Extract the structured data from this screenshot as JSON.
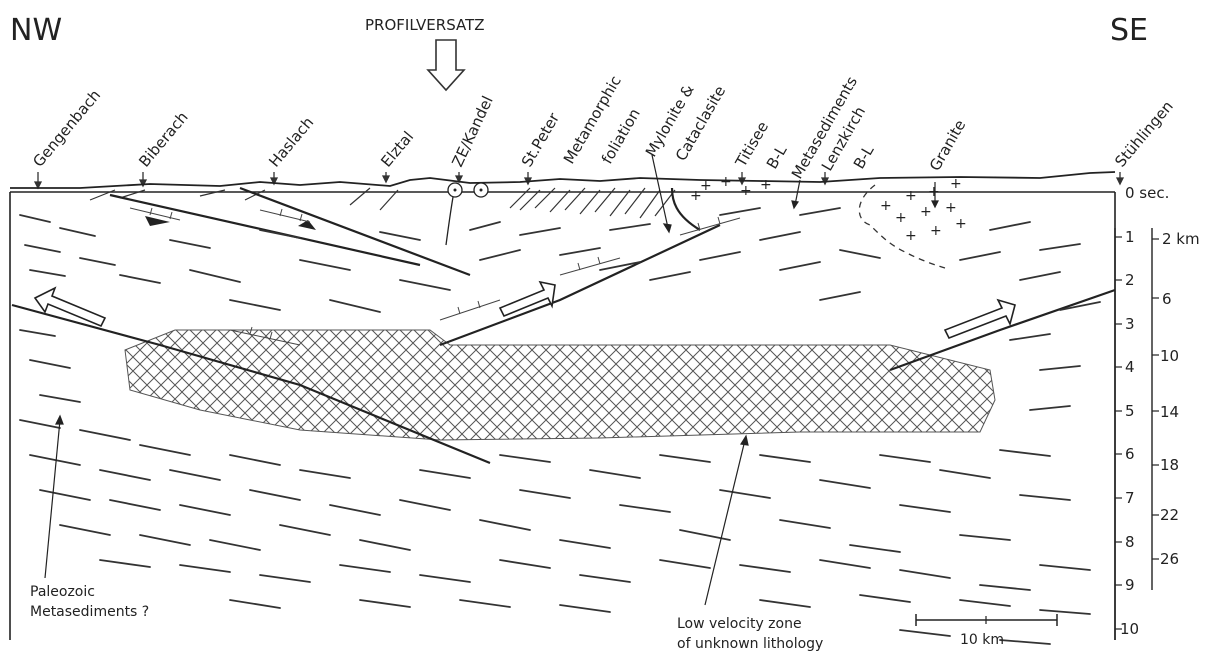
{
  "orientation": {
    "left": "NW",
    "right": "SE"
  },
  "profile_offset_label": "PROFILVERSATZ",
  "locations": [
    "Gengenbach",
    "Biberach",
    "Haslach",
    "Elztal",
    "ZE/Kandel",
    "St.Peter",
    "Metamorphic",
    "foliation",
    "Mylonite &",
    "Cataclasite",
    "Titisee",
    "B-L",
    "Metasediments",
    "Lenzkirch",
    "B-L",
    "Granite",
    "Stühlingen"
  ],
  "time_axis": {
    "unit": "sec.",
    "ticks": [
      "0 sec.",
      "1",
      "2",
      "3",
      "4",
      "5",
      "6",
      "7",
      "8",
      "9",
      "10"
    ]
  },
  "depth_axis": {
    "unit": "km",
    "ticks": [
      "2 km",
      "6",
      "10",
      "14",
      "18",
      "22",
      "26"
    ]
  },
  "annotations": {
    "paleozoic": [
      "Paleozoic",
      "Metasediments ?"
    ],
    "low_velocity": [
      "Low velocity zone",
      "of unknown lithology"
    ]
  },
  "scale_bar_label": "10 km"
}
